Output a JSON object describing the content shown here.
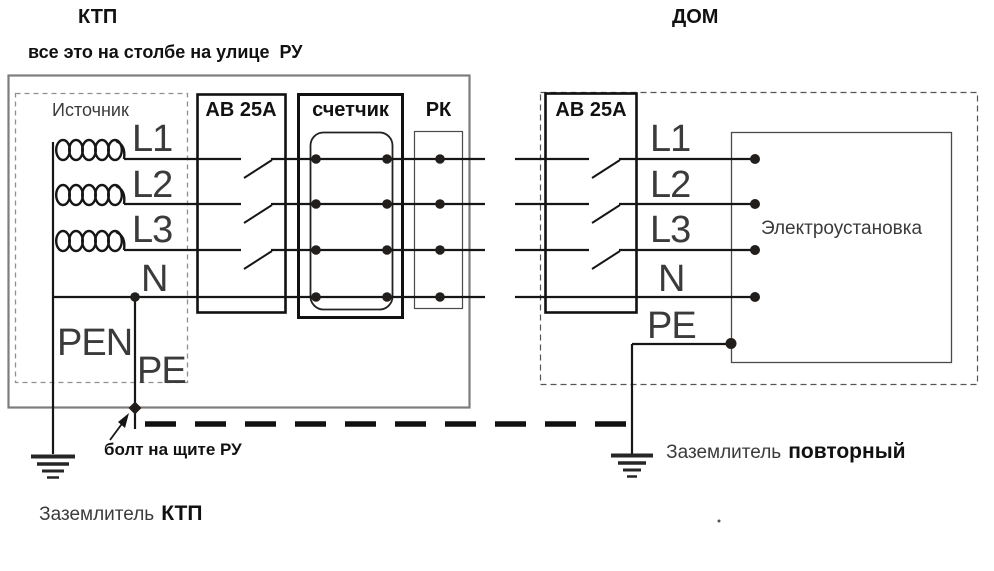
{
  "titles": {
    "left": "КТП",
    "right": "ДОМ"
  },
  "pole_note": "все это на столбе на улице  РУ",
  "blocks": {
    "source": "Источник",
    "breaker_left": "АВ 25А",
    "meter": "счетчик",
    "junction_box": "РК",
    "breaker_right": "АВ 25А",
    "installation": "Электроустановка"
  },
  "conductors": {
    "left": [
      {
        "label": "L1"
      },
      {
        "label": "L2"
      },
      {
        "label": "L3"
      },
      {
        "label": "N"
      }
    ],
    "pen_label": "PEN",
    "pe_left_label": "PE",
    "right": [
      {
        "label": "L1"
      },
      {
        "label": "L2"
      },
      {
        "label": "L3"
      },
      {
        "label": "N"
      },
      {
        "label": "PE"
      }
    ]
  },
  "annotations": {
    "bolt": "болт на щите РУ",
    "ground_ktp": {
      "prefix": "Заземлитель",
      "emphasis": "КТП"
    },
    "ground_repeat": {
      "prefix": "Заземлитель",
      "emphasis": "повторный"
    }
  },
  "colors": {
    "line": "#161616",
    "label_gray": "#3b3b3b",
    "frame_gray": "#7d7d7d"
  }
}
